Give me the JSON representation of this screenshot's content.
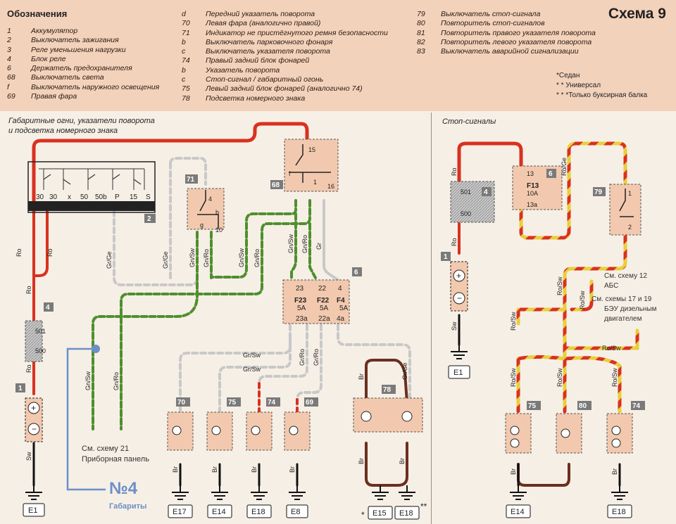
{
  "header": {
    "legend_title": "Обозначения",
    "schema_title": "Схема 9"
  },
  "legend": {
    "col1": [
      {
        "code": "1",
        "text": "Аккумулятор"
      },
      {
        "code": "2",
        "text": "Выключатель зажигания"
      },
      {
        "code": "3",
        "text": "Реле уменьшения нагрузки"
      },
      {
        "code": "4",
        "text": "Блок реле"
      },
      {
        "code": "6",
        "text": "Держатель предохранителя"
      },
      {
        "code": "68",
        "text": "Выключатель света"
      },
      {
        "code": "f",
        "text": "Выключатель наружного освещения"
      },
      {
        "code": "69",
        "text": "Правая фара"
      }
    ],
    "col2": [
      {
        "code": "d",
        "text": "Передний указатель поворота"
      },
      {
        "code": "70",
        "text": "Левая фара (аналогично правой)"
      },
      {
        "code": "71",
        "text": "Индикатор не пристёгнутого ремня безопасности"
      },
      {
        "code": "b",
        "text": "Выключатель парковочного фонаря"
      },
      {
        "code": "c",
        "text": "Выключатель указателя поворота"
      },
      {
        "code": "74",
        "text": "Правый задний блок фонарей"
      },
      {
        "code": "b",
        "text": "Указатель поворота"
      },
      {
        "code": "c",
        "text": "Стоп-сигнал / габаритный огонь"
      },
      {
        "code": "75",
        "text": "Левый задний блок фонарей (аналогично 74)"
      },
      {
        "code": "78",
        "text": "Подсветка номерного знака"
      }
    ],
    "col3": [
      {
        "code": "79",
        "text": "Выключатель стоп-сигнала"
      },
      {
        "code": "80",
        "text": "Повторитель стоп-сигналов"
      },
      {
        "code": "81",
        "text": "Повторитель правого указателя поворота"
      },
      {
        "code": "82",
        "text": "Повторитель левого указателя поворота"
      },
      {
        "code": "83",
        "text": "Выключатель аварийной сигнализации"
      }
    ]
  },
  "notes": {
    "sedan": "*Седан",
    "wagon": "* * Универсал",
    "tow": "* * *Только буксирная балка"
  },
  "sections": {
    "left_title_1": "Габаритные огни, указатели поворота",
    "left_title_2": "и подсветка номерного знака",
    "right_title": "Стоп-сигналы"
  },
  "components": {
    "ign_switch": {
      "id": "2",
      "pins": [
        "30",
        "30",
        "x",
        "50",
        "50b",
        "P",
        "15",
        "S"
      ]
    },
    "relay_left": {
      "id": "4",
      "pins": [
        "501",
        "500"
      ]
    },
    "battery_left": {
      "id": "1"
    },
    "switch68": {
      "id": "68",
      "pins": [
        "15",
        "f",
        "1",
        "16"
      ]
    },
    "switch71": {
      "id": "71",
      "pins": [
        "4",
        "b",
        "g",
        "10"
      ]
    },
    "fuse6_left": {
      "id": "6",
      "top": [
        "23",
        "22",
        "4"
      ],
      "names": [
        "F23",
        "F22",
        "F4"
      ],
      "ratings": [
        "5A",
        "5A",
        "5A"
      ],
      "bottom": [
        "23a",
        "22a",
        "4a"
      ]
    },
    "lamps_left": [
      "70",
      "75",
      "74",
      "69"
    ],
    "lamp78": {
      "id": "78"
    },
    "grounds_left": [
      "E1",
      "E17",
      "E14",
      "E18",
      "E8",
      "E15",
      "E18"
    ],
    "ground_marks": [
      "*",
      "**"
    ],
    "relay_right": {
      "id": "4",
      "pins": [
        "501",
        "500"
      ]
    },
    "fuse6_right": {
      "id": "6",
      "pins": [
        "13",
        "13a"
      ],
      "name": "F13",
      "rating": "10A"
    },
    "switch79": {
      "id": "79",
      "pins": [
        "1",
        "2"
      ]
    },
    "battery_right": {
      "id": "1"
    },
    "lamps_right": [
      "75",
      "80",
      "74"
    ],
    "grounds_right": [
      "E1",
      "E14",
      "E18"
    ]
  },
  "wires": {
    "ro": "Ro",
    "sw": "Sw",
    "gr_ge": "Gr/Ge",
    "gn_sw": "Gn/Sw",
    "gn_ro": "Gn/Ro",
    "gr": "Gr",
    "gr_sw": "Gr/Sw",
    "gr_ro": "Gr/Ro",
    "br": "Br",
    "ro_ge": "Ro/Ge",
    "ro_sw": "Ro/Sw"
  },
  "refs": {
    "scheme21_1": "См. схему 21",
    "scheme21_2": "Приборная панель",
    "scheme12_1": "См. схему 12",
    "scheme12_2": "АБС",
    "scheme17_1": "См. схемы 17 и 19",
    "scheme17_2": "БЭУ дизельным",
    "scheme17_3": "двигателем"
  },
  "annotation": {
    "number": "№4",
    "caption": "Габариты",
    "color": "#6b8fc7"
  },
  "colors": {
    "red": "#d9311f",
    "green": "#4f8f2e",
    "grey": "#b8b8b8",
    "brown": "#6b2f1e",
    "yellow": "#e8cf3a",
    "component_fill": "#f2c9ae",
    "badge": "#7a7a7a"
  }
}
